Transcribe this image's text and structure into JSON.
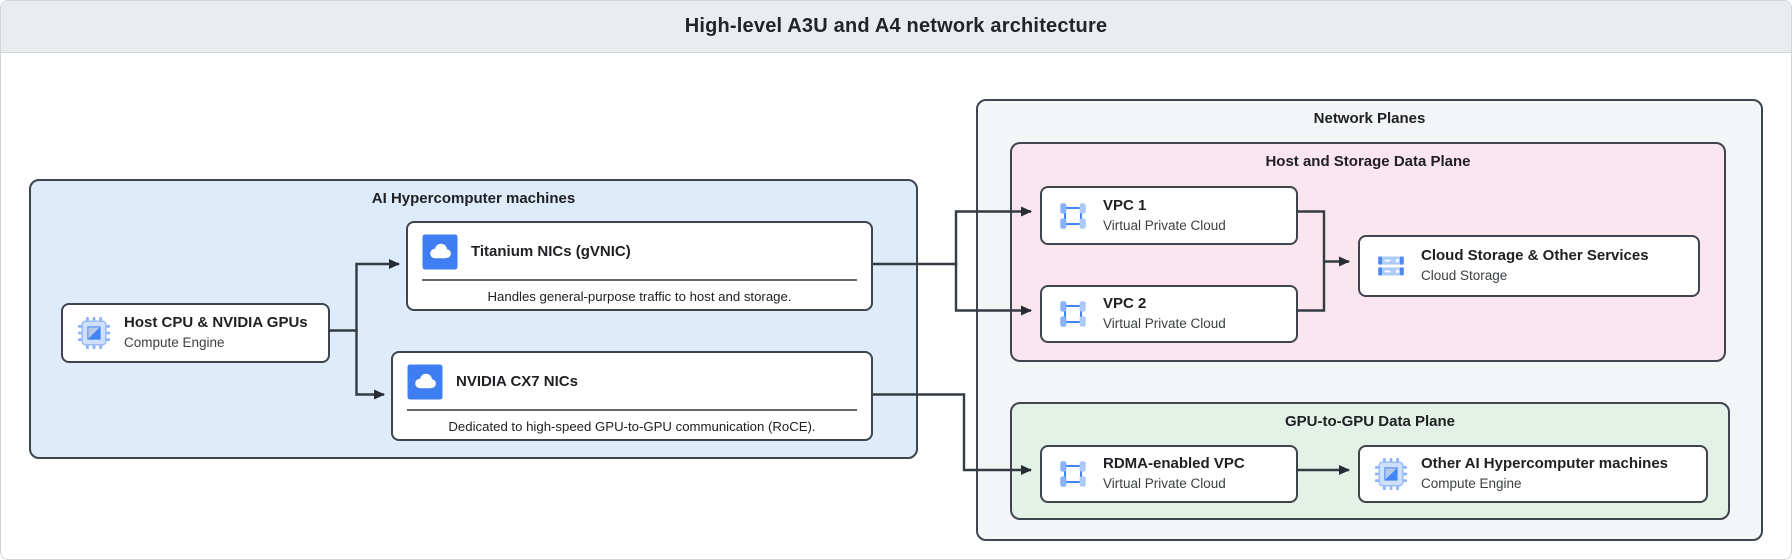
{
  "header": {
    "title": "High-level A3U and A4 network architecture"
  },
  "groups": {
    "ai_machines": {
      "label": "AI Hypercomputer machines"
    },
    "network_planes": {
      "label": "Network Planes"
    },
    "host_storage_plane": {
      "label": "Host and Storage Data Plane"
    },
    "gpu_plane": {
      "label": "GPU-to-GPU Data Plane"
    }
  },
  "nodes": {
    "host_cpu": {
      "title": "Host CPU & NVIDIA GPUs",
      "subtitle": "Compute Engine",
      "icon": "compute-engine-icon"
    },
    "titanium_nic": {
      "title": "Titanium NICs (gVNIC)",
      "description": "Handles general-purpose traffic to host and storage.",
      "icon": "cloud-nic-icon"
    },
    "cx7_nic": {
      "title": "NVIDIA CX7 NICs",
      "description": "Dedicated to high-speed GPU-to-GPU communication (RoCE).",
      "icon": "cloud-nic-icon"
    },
    "vpc1": {
      "title": "VPC 1",
      "subtitle": "Virtual Private Cloud",
      "icon": "vpc-icon"
    },
    "vpc2": {
      "title": "VPC 2",
      "subtitle": "Virtual Private Cloud",
      "icon": "vpc-icon"
    },
    "cloud_storage": {
      "title": "Cloud Storage & Other Services",
      "subtitle": "Cloud Storage",
      "icon": "cloud-storage-icon"
    },
    "rdma_vpc": {
      "title": "RDMA-enabled VPC",
      "subtitle": "Virtual Private Cloud",
      "icon": "vpc-icon"
    },
    "other_machines": {
      "title": "Other AI Hypercomputer machines",
      "subtitle": "Compute Engine",
      "icon": "compute-engine-icon"
    }
  },
  "colors": {
    "header_bg": "#e9edef",
    "ai_fill": "#ddebfa",
    "np_fill": "#f4f5f6",
    "hs_fill": "#fbe5ee",
    "gpu_fill": "#e4f1e7",
    "border_dark": "#3e454d",
    "wire": "#343b42",
    "brand_blue": "#4285f4",
    "brand_blue_light": "#aecbfa"
  }
}
